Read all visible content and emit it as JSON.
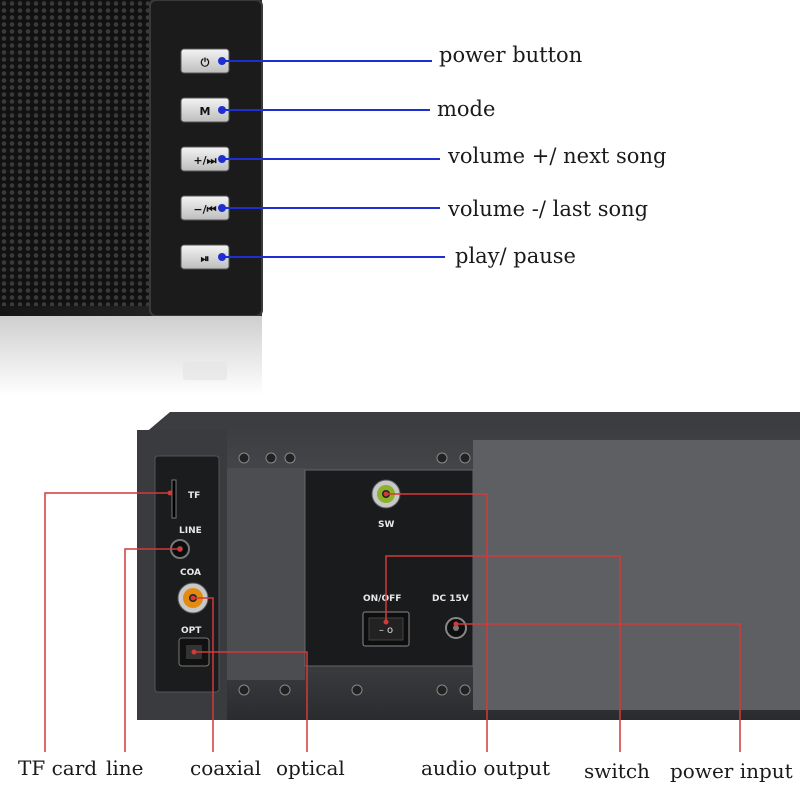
{
  "colors": {
    "leader_top": "#1d2fd0",
    "leader_bottom": "#d23a3a",
    "speaker_body": "#1f1f1f",
    "grille": "#2a2a2a",
    "panel_gray": "#6a6c70"
  },
  "top_panel": {
    "buttons": [
      {
        "icon": "power-icon",
        "glyph": "⏻",
        "label": "power button"
      },
      {
        "icon": "mode-icon",
        "glyph": "M",
        "label": "mode"
      },
      {
        "icon": "volume-up-next-icon",
        "glyph": "+/⏭",
        "label": "volume  +/ next song"
      },
      {
        "icon": "volume-down-prev-icon",
        "glyph": "−/⏮",
        "label": "volume -/ last song"
      },
      {
        "icon": "play-pause-icon",
        "glyph": "⏯",
        "label": "play/ pause"
      }
    ]
  },
  "rear_panel": {
    "port_labels": {
      "tf": "TF",
      "line": "LINE",
      "coa": "COA",
      "opt": "OPT",
      "sw": "SW",
      "on_off": "ON/OFF",
      "dc": "DC 15V"
    },
    "callouts": {
      "tf_card": "TF card",
      "line": "line",
      "coaxial": "coaxial",
      "optical": "optical",
      "audio_output": "audio output",
      "switch": "switch",
      "power_input": "power input"
    }
  }
}
